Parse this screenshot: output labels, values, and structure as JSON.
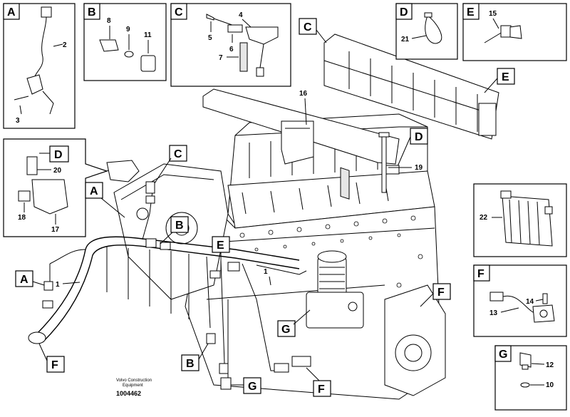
{
  "inset_letters": {
    "A": "A",
    "B": "B",
    "C": "C",
    "D": "D",
    "E": "E",
    "F": "F",
    "G": "G"
  },
  "part_numbers": {
    "p1": "1",
    "p1b": "1",
    "p2": "2",
    "p3": "3",
    "p4": "4",
    "p5": "5",
    "p6": "6",
    "p7": "7",
    "p8": "8",
    "p9": "9",
    "p10": "10",
    "p11": "11",
    "p12": "12",
    "p13": "13",
    "p14": "14",
    "p15": "15",
    "p16": "16",
    "p17": "17",
    "p18": "18",
    "p19": "19",
    "p20": "20",
    "p21": "21",
    "p22": "22"
  },
  "callouts": {
    "c_top_C": "C",
    "c_top_E": "E",
    "c_D": "D",
    "c_C": "C",
    "c_A": "A",
    "c_B": "B",
    "c_E": "E",
    "c_F_right": "F",
    "c_G": "G",
    "c_A_left": "A",
    "c_F_left": "F",
    "c_B_low": "B",
    "c_G_low": "G",
    "c_F_low": "F",
    "c_D_inset": "D"
  },
  "footer": {
    "company_line1": "Volvo Construction",
    "company_line2": "Equipment",
    "drawing_number": "1004462"
  },
  "colors": {
    "line": "#000000",
    "background": "#ffffff",
    "shade": "#e6e6e6"
  }
}
